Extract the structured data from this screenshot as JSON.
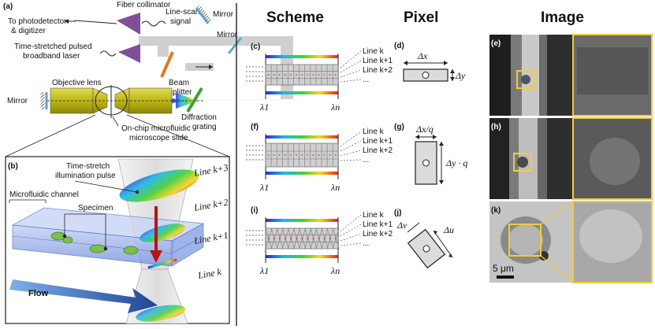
{
  "panel_a": {
    "tag": "(a)",
    "fiber_collimator": "Fiber collimator",
    "to_photodetector_line1": "To photodetector",
    "to_photodetector_line2": "& digitizer",
    "line_scan_line1": "Line-scan",
    "line_scan_line2": "signal",
    "mirror_top": "Mirror",
    "mirror_right": "Mirror",
    "mirror_left": "Mirror",
    "laser_line1": "Time-stretched pulsed",
    "laser_line2": "broadband laser",
    "beam_splitter_line1": "Beam",
    "beam_splitter_line2": "splitter",
    "objective_lens": "Objective lens",
    "diffraction_line1": "Diffraction",
    "diffraction_line2": "grating",
    "chip_line1": "On-chip microfluidic",
    "chip_line2": "microscope slide"
  },
  "panel_b": {
    "tag": "(b)",
    "pulse_line1": "Time-stretch",
    "pulse_line2": "illumination pulse",
    "channel": "Microfluidic channel",
    "specimen": "Specimen",
    "flow": "Flow",
    "line_k3": "Line k+3",
    "line_k2": "Line k+2",
    "line_k1": "Line k+1",
    "line_k": "Line k"
  },
  "headers": {
    "scheme": "Scheme",
    "pixel": "Pixel",
    "image": "Image"
  },
  "scheme": {
    "panels": [
      "(c)",
      "(f)",
      "(i)"
    ],
    "lines": [
      "Line k",
      "Line k+1",
      "Line k+2",
      "..."
    ],
    "lambda_1": "λ1",
    "lambda_n": "λn"
  },
  "pixel": {
    "d": {
      "tag": "(d)",
      "w": "Δx",
      "h": "Δy"
    },
    "g": {
      "tag": "(g)",
      "w": "Δx/q",
      "h": "Δy · q"
    },
    "j": {
      "tag": "(j)",
      "w": "Δv",
      "h": "Δu"
    }
  },
  "image": {
    "tags": [
      "(e)",
      "(h)",
      "(k)"
    ],
    "scale_bar": "5 μm"
  },
  "colors": {
    "yellow_box": "#f2cc3a",
    "lens_yellow": "#c9c21a",
    "beam_gray": "#cccccc",
    "flow_arrow": "#2a5aa8",
    "channel_blue": "#9fb4e8",
    "red_arrow": "#b3141b"
  }
}
